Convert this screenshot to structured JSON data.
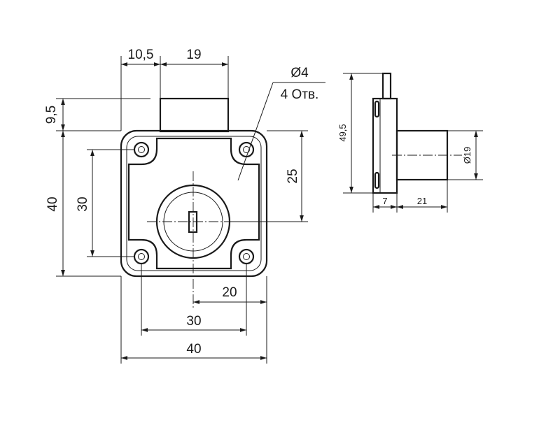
{
  "drawing": {
    "colors": {
      "line": "#1a1a1a",
      "background": "#ffffff"
    },
    "front_view": {
      "dim_top_offset": "10,5",
      "dim_top_width": "19",
      "dim_housing_height": "9,5",
      "hole_label_diameter": "Ø4",
      "hole_label_count": "4 Отв.",
      "dim_key_offset": "25",
      "dim_height_outer": "40",
      "dim_height_holes": "30",
      "dim_center_offset": "20",
      "dim_width_holes": "30",
      "dim_width_outer": "40"
    },
    "side_view": {
      "dim_height": "49,5",
      "dim_diameter": "Ø19",
      "dim_plate_thickness": "7",
      "dim_cylinder_length": "21"
    }
  }
}
